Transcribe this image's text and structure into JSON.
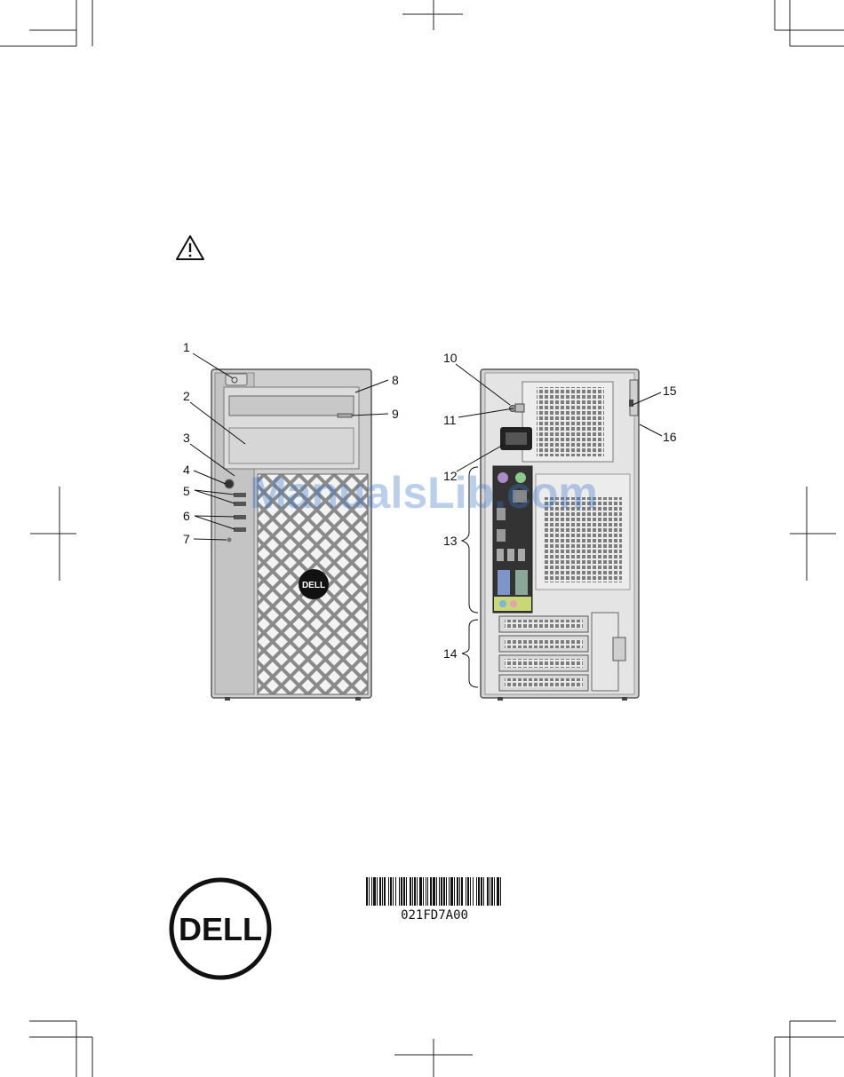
{
  "callouts": [
    {
      "id": "1",
      "label": "1"
    },
    {
      "id": "2",
      "label": "2"
    },
    {
      "id": "3",
      "label": "3"
    },
    {
      "id": "4",
      "label": "4"
    },
    {
      "id": "5",
      "label": "5"
    },
    {
      "id": "6",
      "label": "6"
    },
    {
      "id": "7",
      "label": "7"
    },
    {
      "id": "8",
      "label": "8"
    },
    {
      "id": "9",
      "label": "9"
    },
    {
      "id": "10",
      "label": "10"
    },
    {
      "id": "11",
      "label": "11"
    },
    {
      "id": "12",
      "label": "12"
    },
    {
      "id": "13",
      "label": "13"
    },
    {
      "id": "14",
      "label": "14"
    },
    {
      "id": "15",
      "label": "15"
    },
    {
      "id": "16",
      "label": "16"
    }
  ],
  "barcode": {
    "code": "021FD7A00"
  },
  "logo": {
    "text": "DELL"
  },
  "watermark": {
    "text": "ManualsLib.com"
  },
  "icons": {
    "caution": "warning-triangle-icon",
    "brand": "dell-logo-icon"
  },
  "colors": {
    "ps2_mouse": "#a98dc7",
    "ps2_keyboard": "#8cc98c",
    "vga": "#7d96c8",
    "serial": "#8aa89a",
    "audio_line_out": "#c8d878",
    "audio_line_in": "#7cb4dc",
    "audio_mic": "#e8a0b0"
  }
}
